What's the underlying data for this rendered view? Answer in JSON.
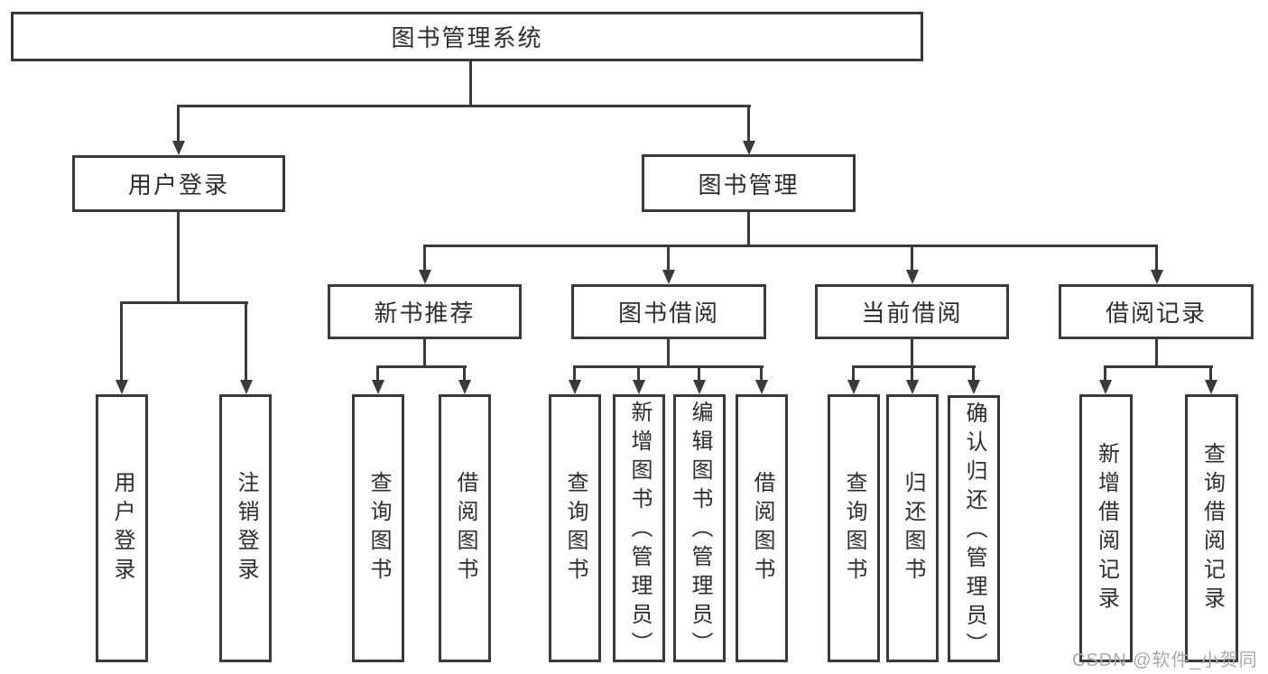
{
  "tree": {
    "label": "图书管理系统",
    "children": [
      {
        "label": "用户登录",
        "children": [
          {
            "label": "用户登录"
          },
          {
            "label": "注销登录"
          }
        ]
      },
      {
        "label": "图书管理",
        "children": [
          {
            "label": "新书推荐",
            "children": [
              {
                "label": "查询图书"
              },
              {
                "label": "借阅图书"
              }
            ]
          },
          {
            "label": "图书借阅",
            "children": [
              {
                "label": "查询图书"
              },
              {
                "label": "新增图书（管理员）"
              },
              {
                "label": "编辑图书（管理员）"
              },
              {
                "label": "借阅图书"
              }
            ]
          },
          {
            "label": "当前借阅",
            "children": [
              {
                "label": "查询图书"
              },
              {
                "label": "归还图书"
              },
              {
                "label": "确认归还（管理员）"
              }
            ]
          },
          {
            "label": "借阅记录",
            "children": [
              {
                "label": "新增借阅记录"
              },
              {
                "label": "查询借阅记录"
              }
            ]
          }
        ]
      }
    ]
  },
  "watermark": {
    "text": "CSDN @软件_小贺同学"
  },
  "colors": {
    "line": "#3a3a3a",
    "box_border": "#3a3a3a",
    "text": "#2d2d2d",
    "watermark": "#a9a9a9",
    "background": "#ffffff"
  }
}
